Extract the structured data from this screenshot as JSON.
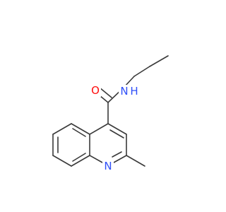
{
  "molecule": {
    "colors": {
      "bond": "#3a3a3a",
      "oxygen": "#ff0d0d",
      "nitrogen": "#3050f8",
      "background": "#ffffff"
    },
    "labels": {
      "oxygen": "O",
      "amide_nh_n": "N",
      "amide_nh_h": "H",
      "ring_n": "N"
    }
  }
}
